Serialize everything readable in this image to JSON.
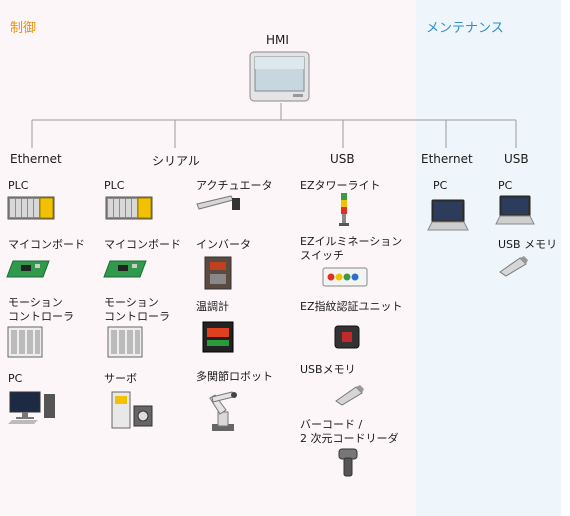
{
  "sections": {
    "control": "制御",
    "maintenance": "メンテナンス"
  },
  "hmi": {
    "label": "HMI"
  },
  "categories": {
    "ethernet": "Ethernet",
    "serial": "シリアル",
    "usb": "USB",
    "maint_ethernet": "Ethernet",
    "maint_usb": "USB"
  },
  "ethernet_devices": {
    "plc": "PLC",
    "microcomputer": "マイコンボード",
    "motion_1": "モーション",
    "motion_2": "コントローラ",
    "pc": "PC"
  },
  "serial_devices": {
    "plc": "PLC",
    "microcomputer": "マイコンボード",
    "motion_1": "モーション",
    "motion_2": "コントローラ",
    "servo": "サーボ",
    "actuator": "アクチュエータ",
    "inverter": "インバータ",
    "temp_controller": "温調計",
    "robot": "多関節ロボット"
  },
  "usb_devices": {
    "tower_light": "EZタワーライト",
    "illumination_1": "EZイルミネーション",
    "illumination_2": "スイッチ",
    "fingerprint": "EZ指紋認証ユニット",
    "usb_memory": "USBメモリ",
    "barcode_1": "バーコード /",
    "barcode_2": "2 次元コードリーダ"
  },
  "maintenance_devices": {
    "eth_pc": "PC",
    "usb_pc": "PC",
    "usb_memory": "USB メモリ"
  },
  "colors": {
    "control_title": "#e8910f",
    "maintenance_title": "#2c8fd0",
    "control_bg": "#fdf6f8",
    "maintenance_bg": "#eef6fb",
    "wire": "#9a9a9a"
  }
}
